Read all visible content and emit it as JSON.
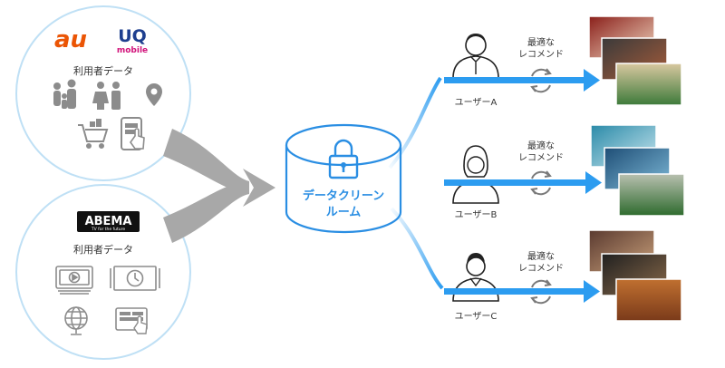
{
  "sources": [
    {
      "brands": [
        "au",
        "UQ",
        "mobile"
      ],
      "label": "利用者データ"
    },
    {
      "brands": [
        "ABEMA",
        "TV for the future"
      ],
      "label": "利用者データ"
    }
  ],
  "cleanroom": {
    "line1": "データクリーン",
    "line2": "ルーム"
  },
  "recommend": {
    "line1": "最適な",
    "line2": "レコメンド"
  },
  "users": [
    {
      "label": "ユーザーA"
    },
    {
      "label": "ユーザーB"
    },
    {
      "label": "ユーザーC"
    }
  ],
  "icons": {
    "source1": [
      "family-icon",
      "couple-icon",
      "location-pin-icon",
      "shopping-cart-icon",
      "smartphone-tap-icon"
    ],
    "source2": [
      "video-library-icon",
      "clock-icon",
      "globe-icon",
      "tablet-hand-icon"
    ]
  },
  "colors": {
    "accent": "#2a8ee3",
    "arrow": "#2c9cf0",
    "circle_border": "#bfe0f5",
    "gray_arrow": "#a9a9a9",
    "au": "#eb5505",
    "uq": "#1e3f8f",
    "uq_mobile": "#d1127a"
  }
}
